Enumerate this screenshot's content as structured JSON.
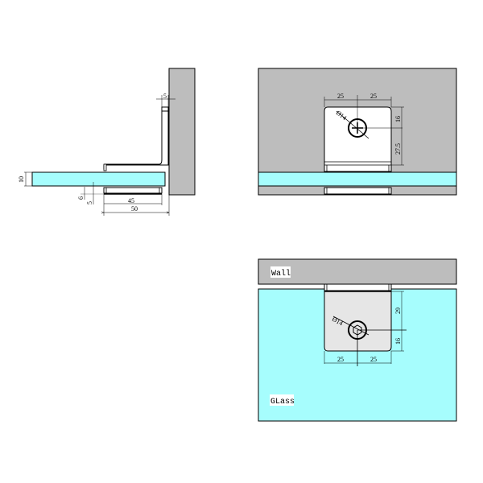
{
  "drawing": {
    "title": "Glass-to-wall 90° clamp technical drawing",
    "colors": {
      "wall": "#bdbdbd",
      "glass": "#a6fdfd",
      "clamp": "#ffffff",
      "clamp_shaded": "#e6e6e6",
      "line": "#000000"
    }
  },
  "side_view": {
    "dims": {
      "wall_gap": "5",
      "glass_thickness": "10",
      "gasket_a": "6",
      "gasket_b": "5",
      "clamp_inner_length": "45",
      "clamp_outer_length": "50"
    }
  },
  "front_view": {
    "dims": {
      "half_width_left": "25",
      "half_width_right": "25",
      "hole_top_offset": "16",
      "hole_bottom_offset": "27.5",
      "hole_diameter": "Ø14"
    }
  },
  "top_view": {
    "labels": {
      "wall": "Wall",
      "glass": "GLass"
    },
    "dims": {
      "hole_top_offset": "29",
      "hole_bottom_offset": "16",
      "half_width_left": "25",
      "half_width_right": "25",
      "hole_diameter": "Ø14"
    }
  }
}
